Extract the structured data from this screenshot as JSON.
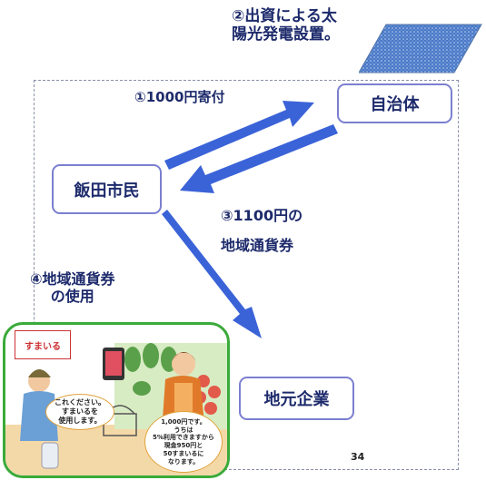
{
  "nodes": {
    "citizen": "飯田市民",
    "municipality": "自治体",
    "local_business": "地元企業"
  },
  "edges": {
    "donation": "①1000円寄付",
    "investment_line1": "②出資による太",
    "investment_line2": "陽光発電設置。",
    "voucher_line1": "③1100円の",
    "voucher_line2": "地域通貨券",
    "usage_line1": "④地域通貨券",
    "usage_line2": "の使用"
  },
  "illustration": {
    "sign_text": "すまいる",
    "bubble_customer": "これください。\nすまいるを\n使用します。",
    "bubble_clerk": "1,000円です。\nうちは\n5%利用できますから\n現金950円と\n50すまいるに\nなります。"
  },
  "page_number": "34",
  "colors": {
    "arrow": "#3b63d8",
    "node_border": "#7b7fd0",
    "text": "#1d2a6b",
    "frame": "#8a8fa8",
    "illustration_border": "#3aaa3a"
  }
}
